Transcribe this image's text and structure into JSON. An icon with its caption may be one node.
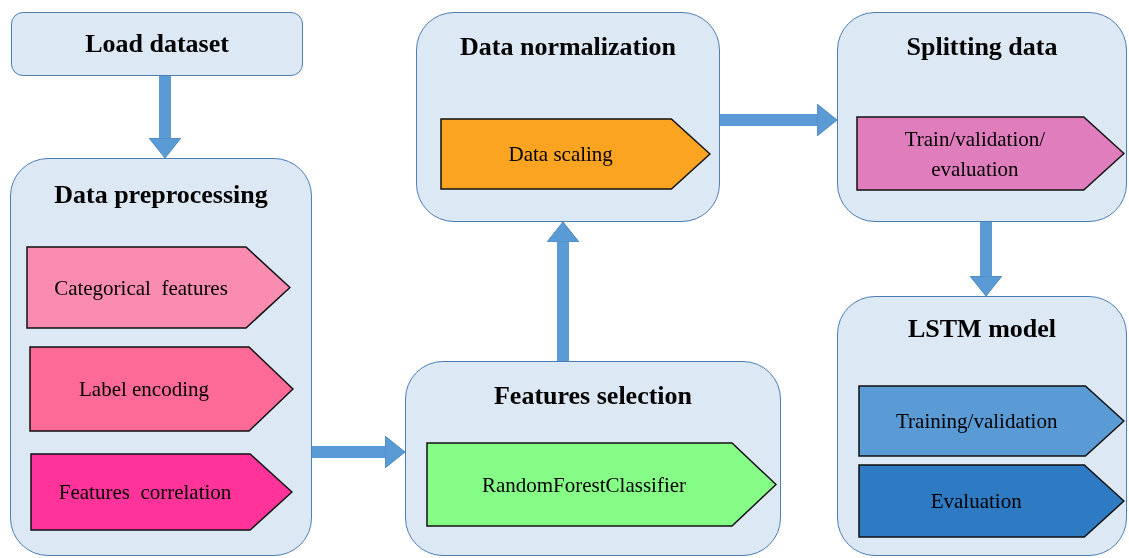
{
  "diagram": {
    "nodes": [
      {
        "text": [
          "Load dataset"
        ]
      },
      {
        "text": [
          "Data preprocessing"
        ]
      },
      {
        "text": [
          "Categorical  features"
        ],
        "in": 1
      },
      {
        "text": [
          "Label encoding"
        ],
        "in": 1
      },
      {
        "text": [
          "Features  correlation"
        ],
        "in": 1
      },
      {
        "text": [
          "Data normalization"
        ]
      },
      {
        "text": [
          "Data scaling"
        ],
        "in": 5
      },
      {
        "text": [
          "Splitting data"
        ]
      },
      {
        "text": [
          "Train/validation/ evaluation"
        ],
        "in": 7
      },
      {
        "text": [
          "Features selection"
        ]
      },
      {
        "text": [
          "RandomForestClassifier"
        ],
        "in": 9
      },
      {
        "text": [
          "LSTM model"
        ]
      },
      {
        "text": [
          "Training/validation"
        ],
        "in": 11
      },
      {
        "text": [
          "Evaluation"
        ],
        "in": 11
      }
    ],
    "edges": [
      {
        "from": 0,
        "to": 1,
        "arrow": "to"
      },
      {
        "from": 1,
        "to": 9,
        "arrow": "to"
      },
      {
        "from": 9,
        "to": 5,
        "arrow": "to"
      },
      {
        "from": 5,
        "to": 7,
        "arrow": "to"
      },
      {
        "from": 7,
        "to": 11,
        "arrow": "to"
      }
    ]
  }
}
